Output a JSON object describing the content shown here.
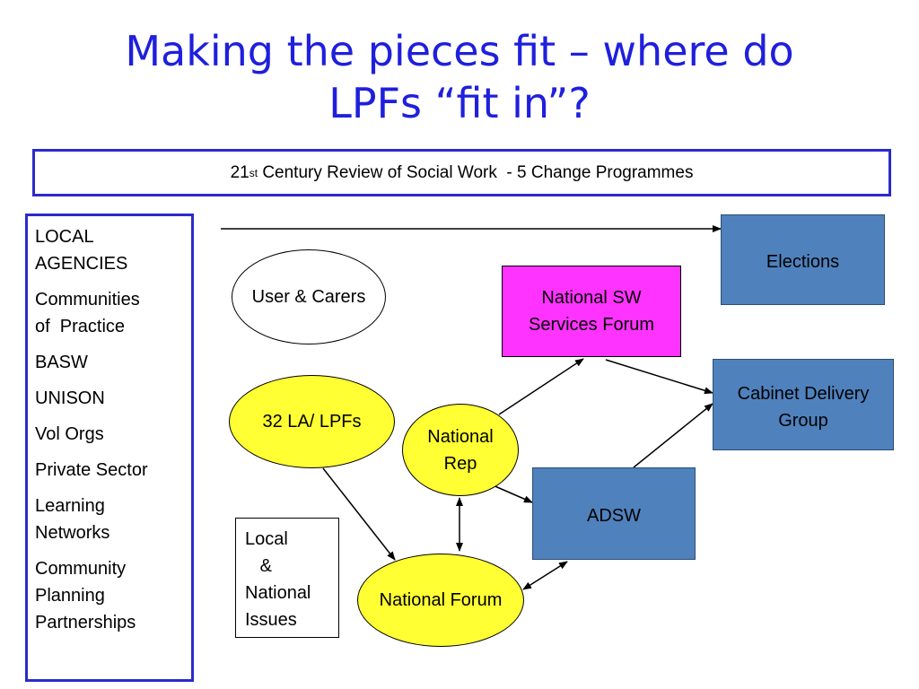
{
  "title_line1": "Making the pieces fit – where do",
  "title_line2": "LPFs “fit in”?",
  "banner": {
    "prefix": "21",
    "superscript": "st",
    "text": " Century Review of Social Work  - 5 Change Programmes"
  },
  "left_box": {
    "items": [
      [
        "LOCAL",
        "AGENCIES"
      ],
      [
        "Communities",
        "of  Practice"
      ],
      [
        "BASW"
      ],
      [
        "UNISON"
      ],
      [
        "Vol Orgs"
      ],
      [
        "Private Sector"
      ],
      [
        "Learning",
        "Networks"
      ],
      [
        "Community",
        "Planning",
        "Partnerships"
      ]
    ]
  },
  "nodes": {
    "users_carers": "User & Carers",
    "la_lpfs": "32 LA/ LPFs",
    "national_rep": [
      "National",
      "Rep"
    ],
    "national_sw": [
      "National SW",
      "Services Forum"
    ],
    "elections": "Elections",
    "cabinet": [
      "Cabinet Delivery",
      "Group"
    ],
    "adsw": "ADSW",
    "national_forum": "National Forum",
    "local_national": [
      "Local",
      "   &",
      "National",
      "Issues"
    ]
  }
}
